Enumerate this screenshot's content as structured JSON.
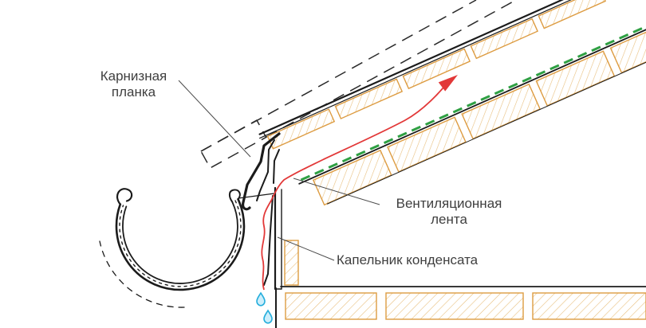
{
  "labels": {
    "eave_strip_line1": "Карнизная",
    "eave_strip_line2": "планка",
    "vent_tape_line1": "Вентиляционная",
    "vent_tape_line2": "лента",
    "condensate_drip": "Капельник конденсата"
  },
  "colors": {
    "wood_outline": "#dd9c42",
    "wood_hatch": "#e9c07f",
    "airflow": "#e23838",
    "vent_tape": "#2fa043",
    "water": "#25aedc",
    "ink": "#1b1b1b",
    "text": "#3f3f3f"
  }
}
